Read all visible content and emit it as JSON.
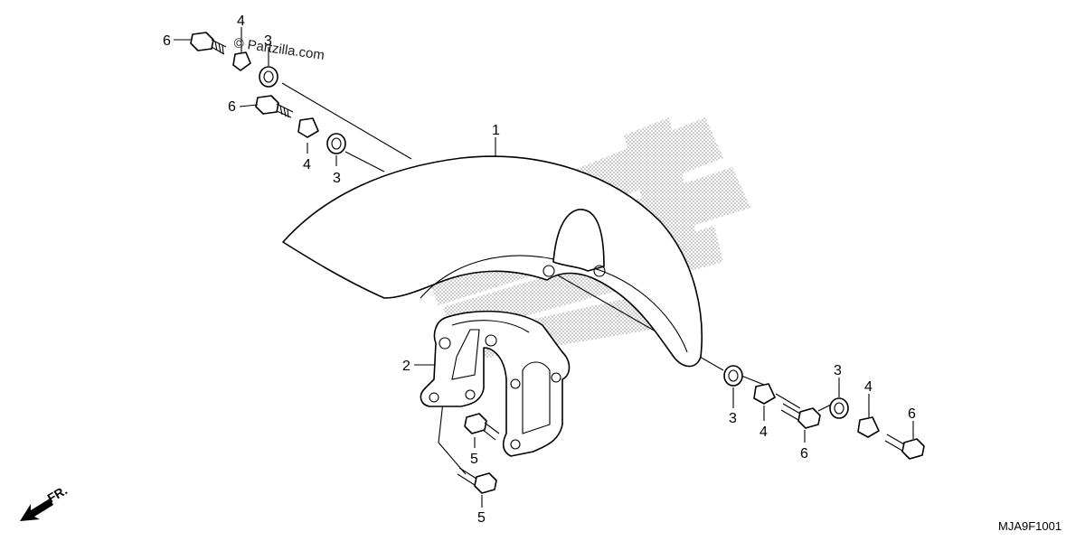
{
  "watermark": "© Partzilla.com",
  "diagram_code": "MJA9F1001",
  "direction_label": "FR.",
  "callouts": [
    {
      "id": "c6a",
      "text": "6"
    },
    {
      "id": "c4a",
      "text": "4"
    },
    {
      "id": "c3a",
      "text": "3"
    },
    {
      "id": "c6b",
      "text": "6"
    },
    {
      "id": "c4b",
      "text": "4"
    },
    {
      "id": "c3b",
      "text": "3"
    },
    {
      "id": "c1",
      "text": "1"
    },
    {
      "id": "c2",
      "text": "2"
    },
    {
      "id": "c5a",
      "text": "5"
    },
    {
      "id": "c5b",
      "text": "5"
    },
    {
      "id": "c3c",
      "text": "3"
    },
    {
      "id": "c4c",
      "text": "4"
    },
    {
      "id": "c6c",
      "text": "6"
    },
    {
      "id": "c3d",
      "text": "3"
    },
    {
      "id": "c4d",
      "text": "4"
    },
    {
      "id": "c6d",
      "text": "6"
    }
  ],
  "colors": {
    "line": "#000000",
    "watermark_dots": "#9a9a9a",
    "background": "#ffffff"
  }
}
